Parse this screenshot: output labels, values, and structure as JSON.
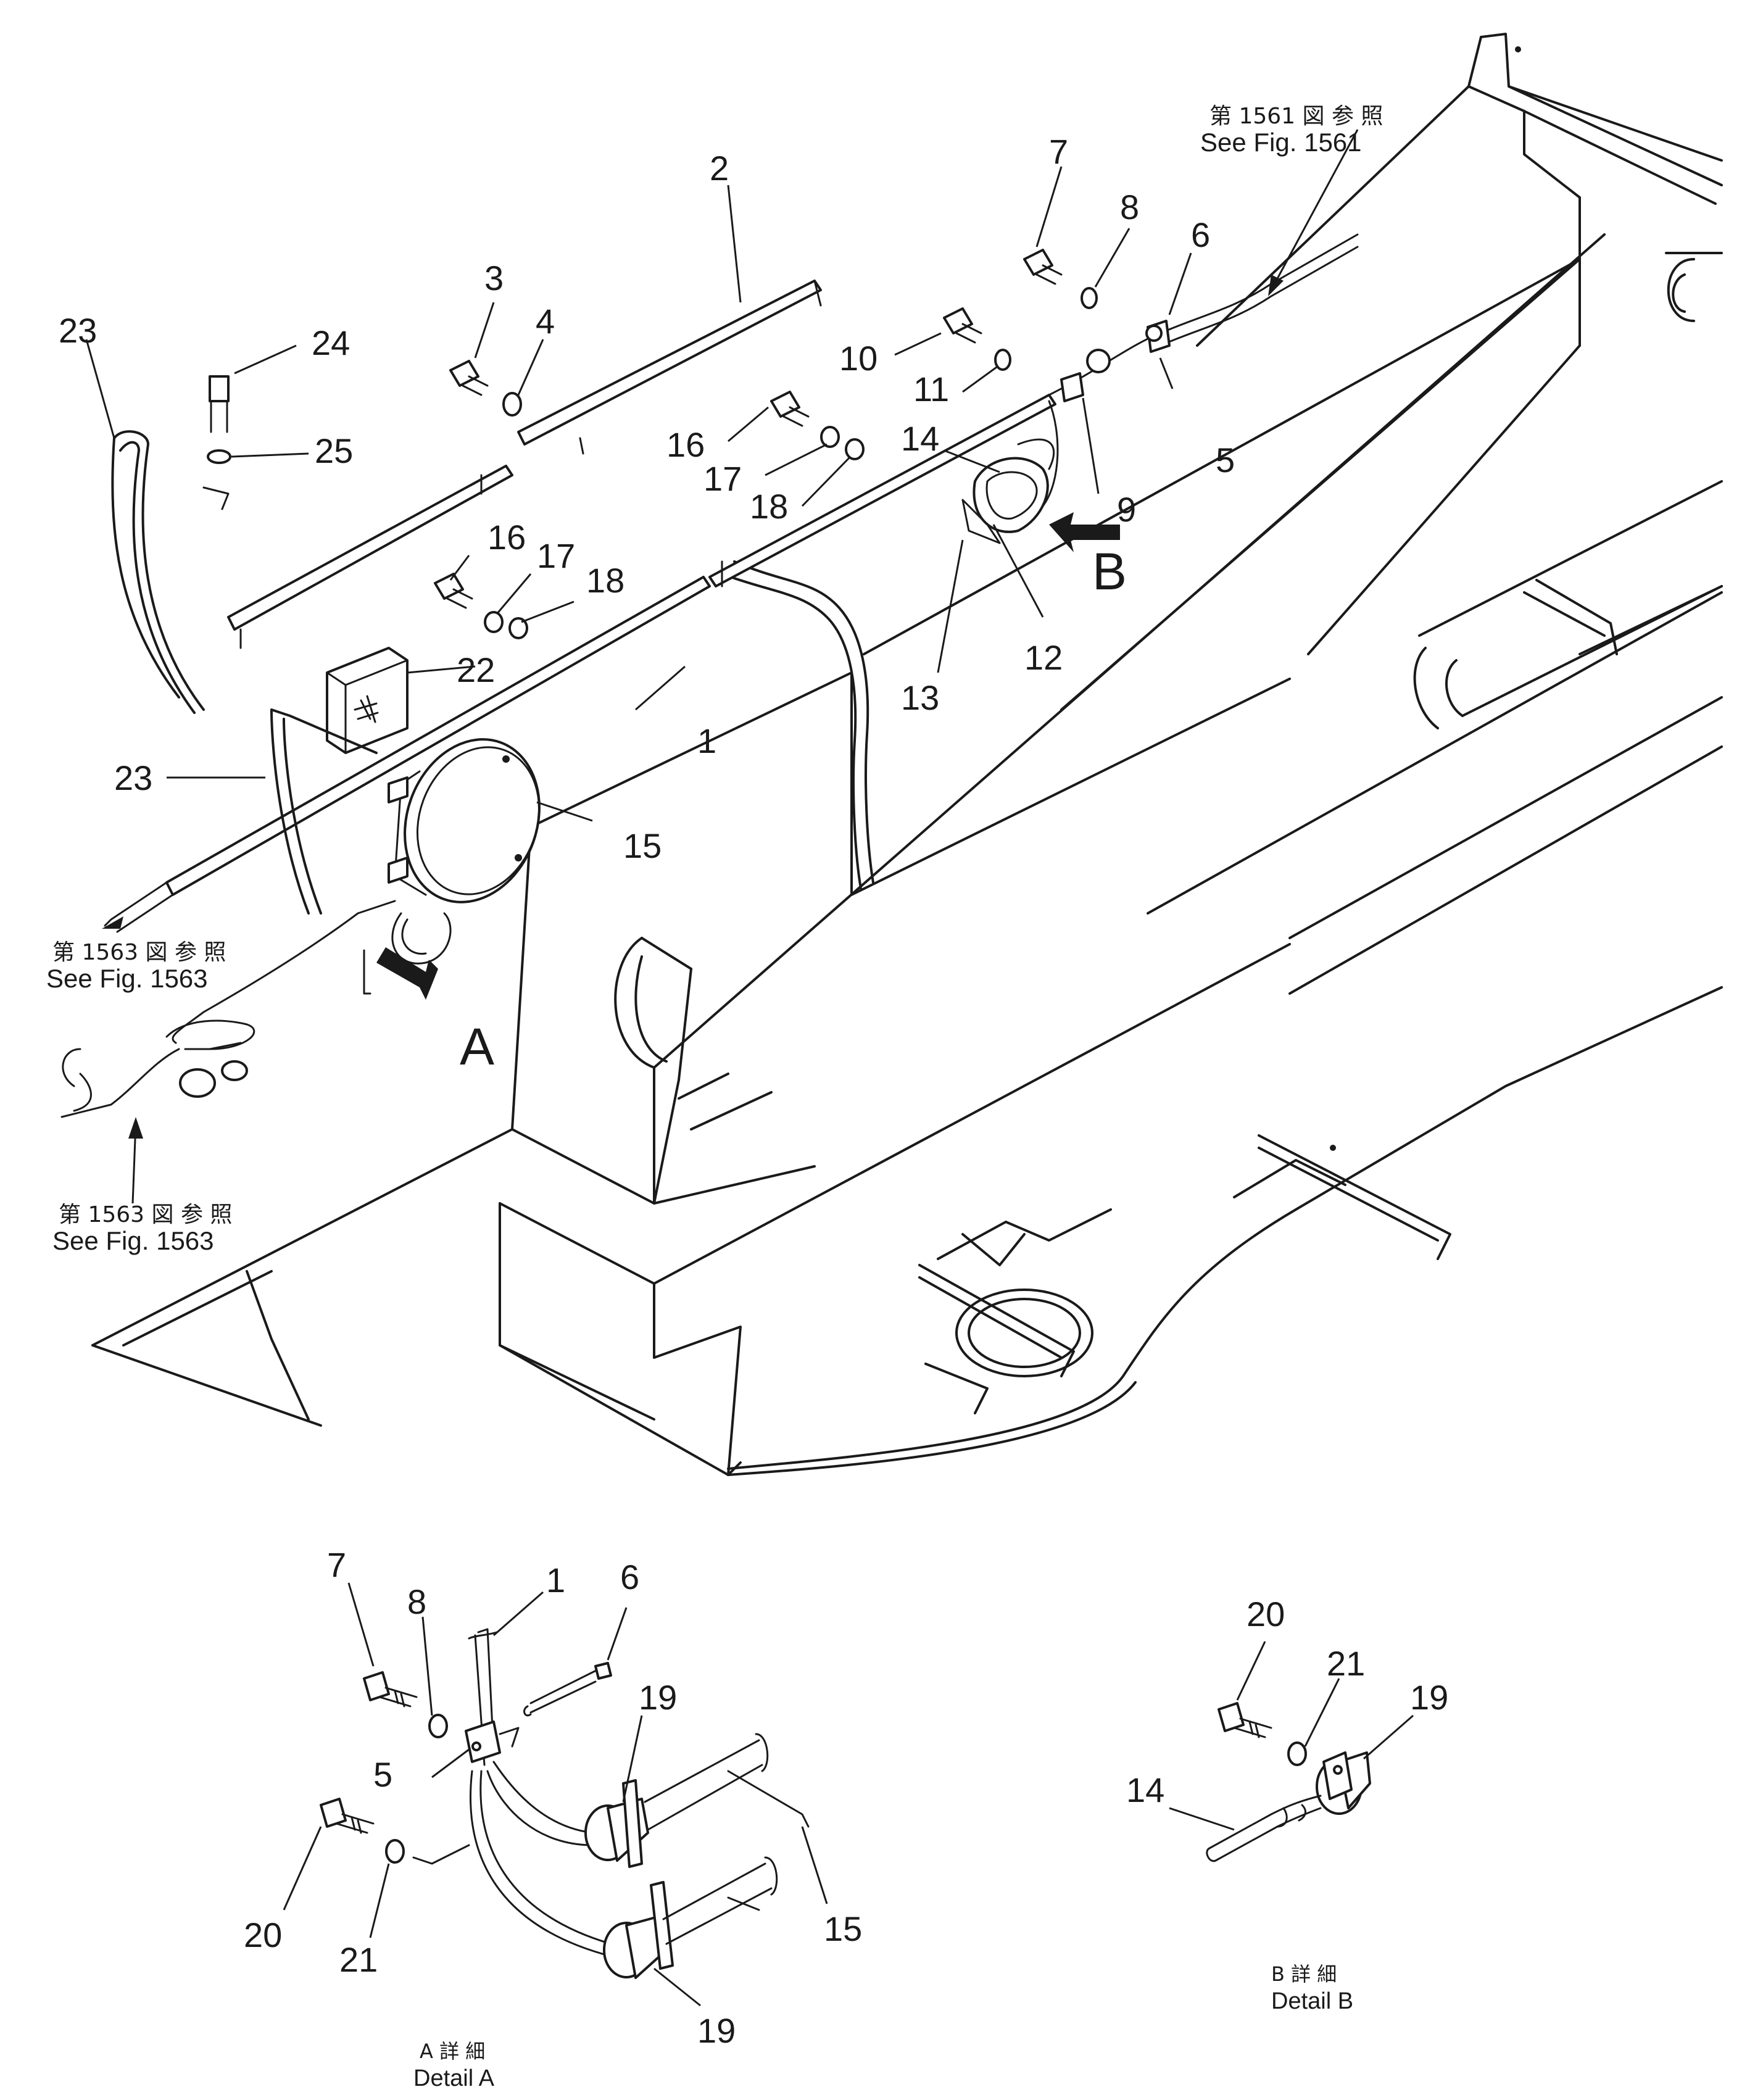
{
  "refs": {
    "fig1561_jp": "第 1561 図 参 照",
    "fig1561_en": "See Fig. 1561",
    "fig1563_upper_jp": "第 1563 図 参 照",
    "fig1563_upper_en": "See Fig. 1563",
    "fig1563_lower_jp": "第 1563 図 参 照",
    "fig1563_lower_en": "See Fig. 1563"
  },
  "view_arrows": {
    "a": "A",
    "b": "B"
  },
  "main_callouts": {
    "c1": "1",
    "c2": "2",
    "c3": "3",
    "c4": "4",
    "c5": "5",
    "c6": "6",
    "c7": "7",
    "c8": "8",
    "c9": "9",
    "c10": "10",
    "c11": "11",
    "c12": "12",
    "c13": "13",
    "c14": "14",
    "c15": "15",
    "c16a": "16",
    "c16b": "16",
    "c17a": "17",
    "c17b": "17",
    "c18a": "18",
    "c18b": "18",
    "c22": "22",
    "c23a": "23",
    "c23b": "23",
    "c24": "24",
    "c25": "25"
  },
  "detail_a": {
    "c7": "7",
    "c8": "8",
    "c1": "1",
    "c6": "6",
    "c5": "5",
    "c19a": "19",
    "c20": "20",
    "c21": "21",
    "c15": "15",
    "c19b": "19",
    "caption_jp": "A 詳 細",
    "caption_en": "Detail A"
  },
  "detail_b": {
    "c20": "20",
    "c21": "21",
    "c19": "19",
    "c14": "14",
    "caption_jp": "B 詳 細",
    "caption_en": "Detail B"
  }
}
